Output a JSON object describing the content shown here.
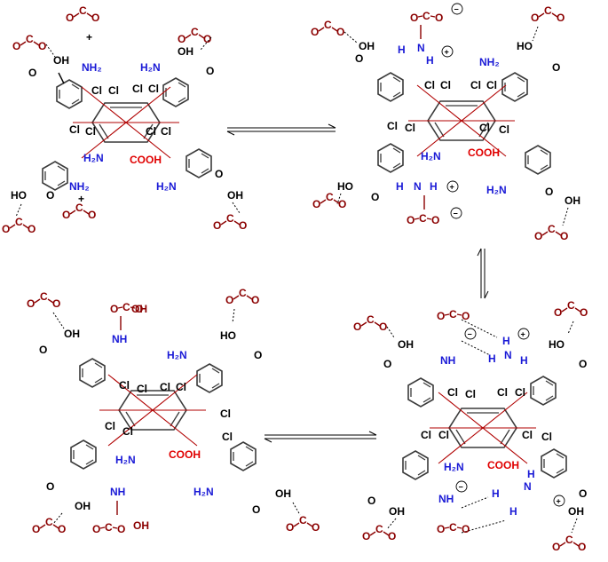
{
  "labels": {
    "cooh": "COOH",
    "oh": "OH",
    "nh2": "NH₂",
    "nh": "NH",
    "h2n": "H₂N",
    "ho": "HO",
    "cl": "Cl",
    "o": "O",
    "c": "C",
    "h": "H",
    "n": "N",
    "plus": "+",
    "minus": "−",
    "co2_o1": "O",
    "co2_c": "C",
    "co2_o2": "O"
  },
  "colors": {
    "black": "#000000",
    "blue": "#1a1ad6",
    "dark_red": "#8b0000",
    "red": "#e00000"
  }
}
